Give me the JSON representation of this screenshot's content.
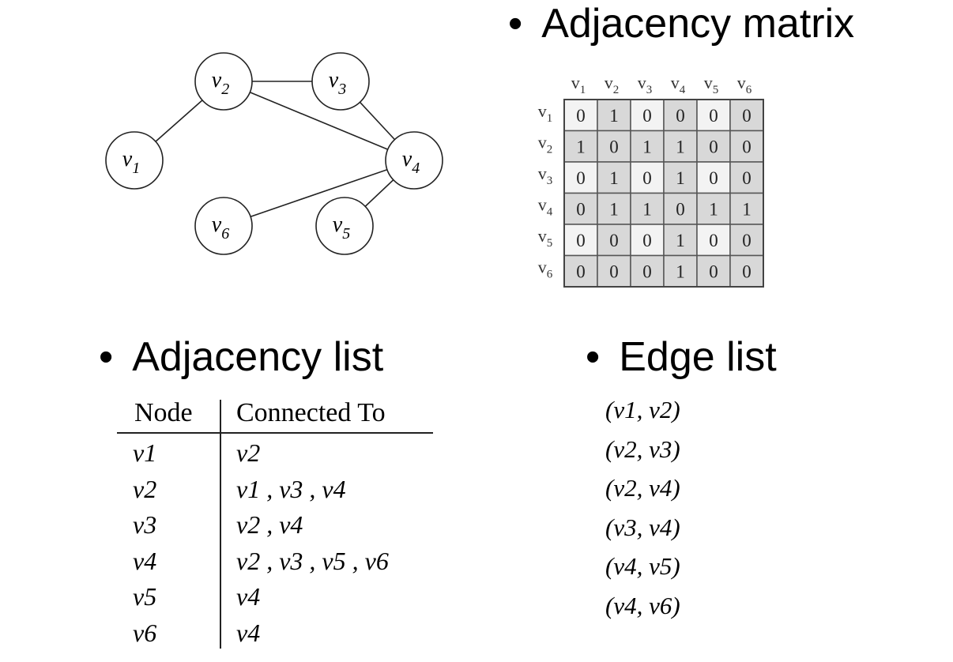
{
  "graph": {
    "nodes": [
      {
        "id": "v1",
        "label": "v",
        "sub": "1"
      },
      {
        "id": "v2",
        "label": "v",
        "sub": "2"
      },
      {
        "id": "v3",
        "label": "v",
        "sub": "3"
      },
      {
        "id": "v4",
        "label": "v",
        "sub": "4"
      },
      {
        "id": "v5",
        "label": "v",
        "sub": "5"
      },
      {
        "id": "v6",
        "label": "v",
        "sub": "6"
      }
    ],
    "edges": [
      [
        "v1",
        "v2"
      ],
      [
        "v2",
        "v3"
      ],
      [
        "v2",
        "v4"
      ],
      [
        "v3",
        "v4"
      ],
      [
        "v4",
        "v5"
      ],
      [
        "v4",
        "v6"
      ]
    ]
  },
  "adjacency_matrix": {
    "heading": "Adjacency matrix",
    "row_labels": [
      [
        "v",
        "1"
      ],
      [
        "v",
        "2"
      ],
      [
        "v",
        "3"
      ],
      [
        "v",
        "4"
      ],
      [
        "v",
        "5"
      ],
      [
        "v",
        "6"
      ]
    ],
    "col_labels": [
      [
        "v",
        "1"
      ],
      [
        "v",
        "2"
      ],
      [
        "v",
        "3"
      ],
      [
        "v",
        "4"
      ],
      [
        "v",
        "5"
      ],
      [
        "v",
        "6"
      ]
    ],
    "rows": [
      [
        "0",
        "1",
        "0",
        "0",
        "0",
        "0"
      ],
      [
        "1",
        "0",
        "1",
        "1",
        "0",
        "0"
      ],
      [
        "0",
        "1",
        "0",
        "1",
        "0",
        "0"
      ],
      [
        "0",
        "1",
        "1",
        "0",
        "1",
        "1"
      ],
      [
        "0",
        "0",
        "0",
        "1",
        "0",
        "0"
      ],
      [
        "0",
        "0",
        "0",
        "1",
        "0",
        "0"
      ]
    ],
    "colors": {
      "light": "#f3f3f3",
      "shade": "#d8d8d8"
    }
  },
  "adjacency_list": {
    "heading": "Adjacency list",
    "header": {
      "node": "Node",
      "connected": "Connected To"
    },
    "rows": [
      {
        "node": "v1",
        "connected": "v2"
      },
      {
        "node": "v2",
        "connected": "v1 , v3 , v4"
      },
      {
        "node": "v3",
        "connected": "v2 , v4"
      },
      {
        "node": "v4",
        "connected": "v2 , v3 , v5 , v6"
      },
      {
        "node": "v5",
        "connected": "v4"
      },
      {
        "node": "v6",
        "connected": "v4"
      }
    ]
  },
  "edge_list": {
    "heading": "Edge list",
    "items": [
      "(v1, v2)",
      "(v2, v3)",
      "(v2, v4)",
      "(v3, v4)",
      "(v4, v5)",
      "(v4, v6)"
    ]
  },
  "bullet": "•"
}
